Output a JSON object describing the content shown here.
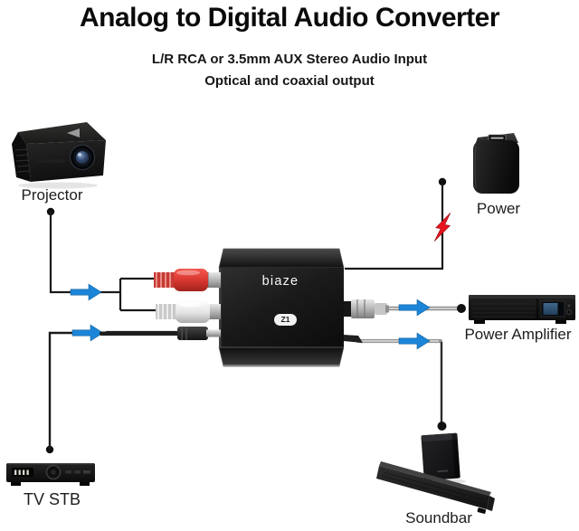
{
  "header": {
    "title": "Analog to Digital Audio Converter",
    "subtitle_line1": "L/R RCA or 3.5mm AUX Stereo Audio Input",
    "subtitle_line2": "Optical and coaxial output"
  },
  "converter": {
    "brand": "biaze",
    "model_badge": "Z1"
  },
  "devices": {
    "projector": {
      "label": "Projector"
    },
    "power": {
      "label": "Power"
    },
    "power_amplifier": {
      "label": "Power Amplifier"
    },
    "tv_stb": {
      "label": "TV STB"
    },
    "soundbar": {
      "label": "Soundbar"
    }
  },
  "connections": [
    {
      "from": "Projector",
      "to": "Converter L/R RCA input"
    },
    {
      "from": "TV STB",
      "to": "Converter 3.5mm AUX input"
    },
    {
      "from": "Power",
      "to": "Converter power port"
    },
    {
      "from": "Converter optical output",
      "to": "Power Amplifier"
    },
    {
      "from": "Converter coaxial output",
      "to": "Soundbar"
    }
  ],
  "icons": {
    "flow_arrow": "blue-right-arrow",
    "power_indicator": "red-lightning-bolt"
  },
  "colors": {
    "background": "#ffffff",
    "arrow_blue": "#1c85d8",
    "lightning_red": "#e8131d",
    "line_black": "#1a1a1a",
    "rca_red": "#d8453f",
    "rca_white": "#e9e9e9"
  }
}
